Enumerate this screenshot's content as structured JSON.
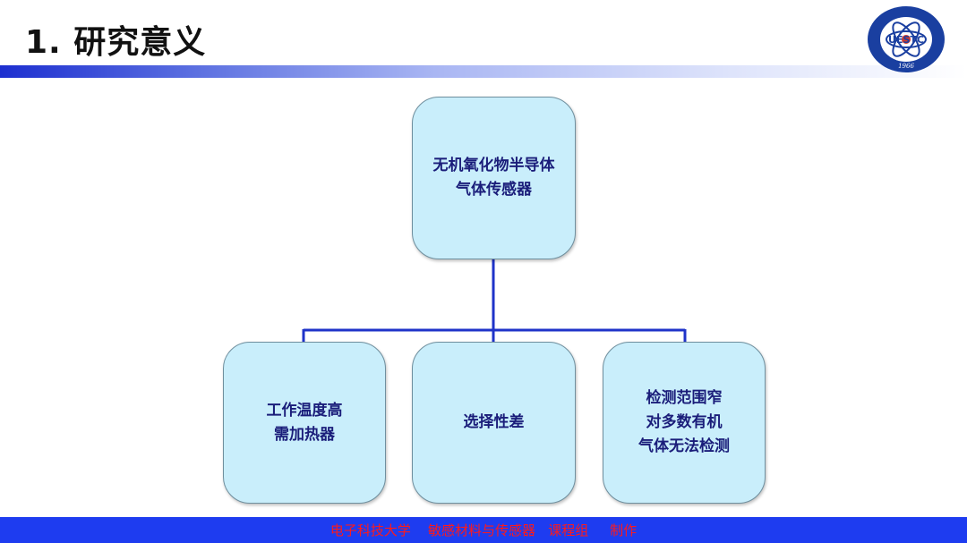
{
  "slide": {
    "title": "1. 研究意义"
  },
  "logo": {
    "center_text": "UESTC",
    "year": "1966",
    "colors": {
      "ring": "#1a3fa0",
      "inner": "#ffffff",
      "accent": "#d43a2a"
    }
  },
  "diagram": {
    "root": {
      "text": "无机氧化物半导体\n气体传感器"
    },
    "children": [
      {
        "text": "工作温度高\n需加热器"
      },
      {
        "text": "选择性差"
      },
      {
        "text": "检测范围窄\n对多数有机\n气体无法检测"
      }
    ],
    "colors": {
      "box_fill": "#c9eefb",
      "box_border": "#6f8f9e",
      "connector": "#1f33c9",
      "text": "#1a1d7a"
    }
  },
  "footer": {
    "text": "电子科技大学    敏感材料与传感器   课程组     制作"
  }
}
